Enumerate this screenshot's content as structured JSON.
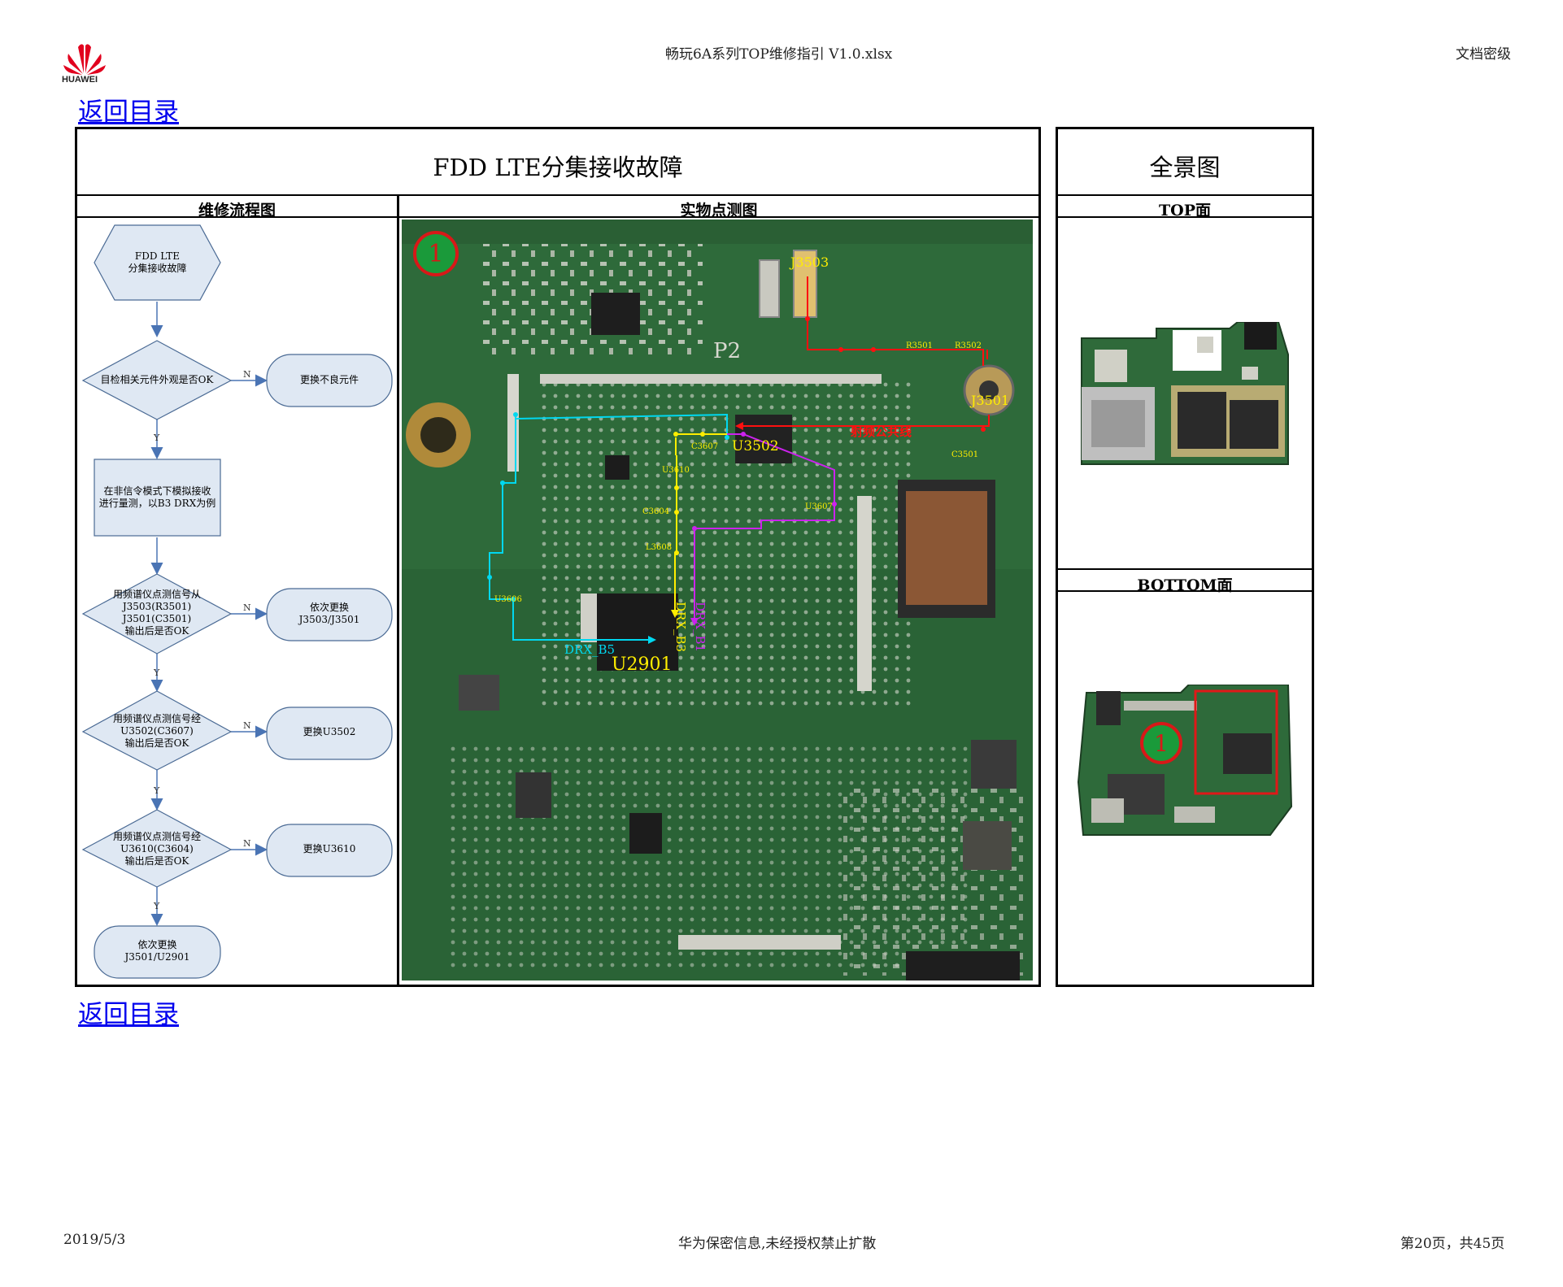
{
  "header": {
    "logo_text": "HUAWEI",
    "doc_title": "畅玩6A系列TOP维修指引 V1.0.xlsx",
    "classification": "文档密级"
  },
  "nav": {
    "back_top": "返回目录",
    "back_bottom": "返回目录"
  },
  "main_table": {
    "title": "FDD LTE分集接收故障",
    "col_flow": "维修流程图",
    "col_photo": "实物点测图"
  },
  "side_table": {
    "title": "全景图",
    "top_label": "TOP面",
    "bottom_label": "BOTTOM面"
  },
  "flowchart": {
    "start": [
      "FDD LTE",
      "分集接收故障"
    ],
    "d1": "目检相关元件外观是否OK",
    "a1": "更换不良元件",
    "p1": [
      "在非信令模式下模拟接收",
      "进行量测，以B3 DRX为例"
    ],
    "d2": [
      "用频谱仪点测信号从",
      "J3503(R3501)",
      "J3501(C3501)",
      "输出后是否OK"
    ],
    "a2": [
      "依次更换",
      "J3503/J3501"
    ],
    "d3": [
      "用频谱仪点测信号经",
      "U3502(C3607)",
      "输出后是否OK"
    ],
    "a3": "更换U3502",
    "d4": [
      "用频谱仪点测信号经",
      "U3610(C3604)",
      "输出后是否OK"
    ],
    "a4": "更换U3610",
    "end": [
      "依次更换",
      "J3501/U2901"
    ],
    "n": "N",
    "y": "Y"
  },
  "photo_labels": {
    "marker": "1",
    "j3503": "J3503",
    "r3501": "R3501",
    "r3502": "R3502",
    "j3501": "J3501",
    "c3501": "C3501",
    "rf_line": "射频公共线",
    "u3502": "U3502",
    "c3607": "C3607",
    "u3610": "U3610",
    "u3607": "U3607",
    "c3604": "C3604",
    "l3608": "L3608",
    "u3606": "U3606",
    "drx_b5": "DRX_B5",
    "drx_b3": "DRX_B3",
    "drx_b1": "DRX_B1",
    "u2901": "U2901",
    "p2": "P2"
  },
  "colors": {
    "pcb": "#2f6b3a",
    "cyan_trace": "#00d8f0",
    "yellow_trace": "#ffee00",
    "magenta_trace": "#cc22ee",
    "red_trace": "#ff1010",
    "flow_fill": "#dfe8f3",
    "flow_stroke": "#4a6a94",
    "arrow": "#4a74b4"
  },
  "footer": {
    "date": "2019/5/3",
    "notice": "华为保密信息,未经授权禁止扩散",
    "page": "第20页，共45页"
  }
}
